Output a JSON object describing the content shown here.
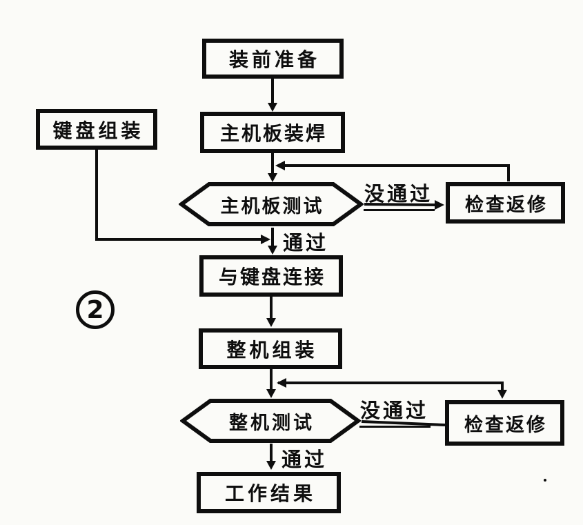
{
  "figure": {
    "number": "2",
    "background": "#fbfbf8",
    "ink": "#0e0e0e"
  },
  "nodes": {
    "prep": {
      "label": "装前准备",
      "shape": "rect"
    },
    "keyboard": {
      "label": "键盘组装",
      "shape": "rect"
    },
    "solder": {
      "label": "主机板装焊",
      "shape": "rect"
    },
    "board_test": {
      "label": "主机板测试",
      "shape": "hexagon"
    },
    "repair1": {
      "label": "检查返修",
      "shape": "rect"
    },
    "connect": {
      "label": "与键盘连接",
      "shape": "rect"
    },
    "assemble": {
      "label": "整机组装",
      "shape": "rect"
    },
    "machine_test": {
      "label": "整机测试",
      "shape": "hexagon"
    },
    "repair2": {
      "label": "检查返修",
      "shape": "rect"
    },
    "result": {
      "label": "工作结果",
      "shape": "rect"
    }
  },
  "edge_labels": {
    "fail1": "没通过",
    "pass1": "通过",
    "fail2": "没通过",
    "pass2": "通过"
  },
  "edges": [
    {
      "from": "prep",
      "to": "solder",
      "label": ""
    },
    {
      "from": "solder",
      "to": "board_test",
      "label": ""
    },
    {
      "from": "board_test",
      "to": "repair1",
      "label": "没通过"
    },
    {
      "from": "repair1",
      "to": "board_test",
      "label": ""
    },
    {
      "from": "board_test",
      "to": "connect",
      "label": "通过"
    },
    {
      "from": "keyboard",
      "to": "connect",
      "label": ""
    },
    {
      "from": "connect",
      "to": "assemble",
      "label": ""
    },
    {
      "from": "assemble",
      "to": "machine_test",
      "label": ""
    },
    {
      "from": "machine_test",
      "to": "repair2",
      "label": "没通过"
    },
    {
      "from": "repair2",
      "to": "machine_test",
      "label": ""
    },
    {
      "from": "machine_test",
      "to": "result",
      "label": "通过"
    }
  ]
}
